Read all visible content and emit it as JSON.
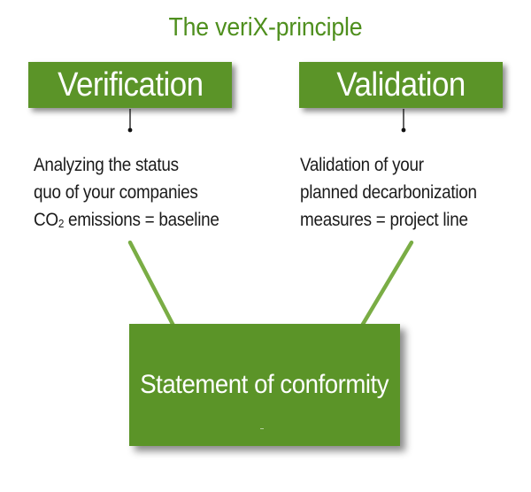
{
  "title": "The veriX-principle",
  "verification": {
    "label": "Verification",
    "description": {
      "line1": "Analyzing the status",
      "line2": "quo of your companies",
      "line3_prefix": "CO",
      "line3_subscript": "2",
      "line3_suffix": " emissions = baseline"
    }
  },
  "validation": {
    "label": "Validation",
    "description": {
      "line1": "Validation of your",
      "line2": "planned decarbonization",
      "line3": "measures = project line"
    }
  },
  "result": {
    "label": "Statement of conformity"
  },
  "colors": {
    "accent": "#5b9428",
    "title": "#4f8f1e",
    "connector": "#7aad45",
    "pointer": "#111111",
    "text": "#1b1b1b"
  }
}
